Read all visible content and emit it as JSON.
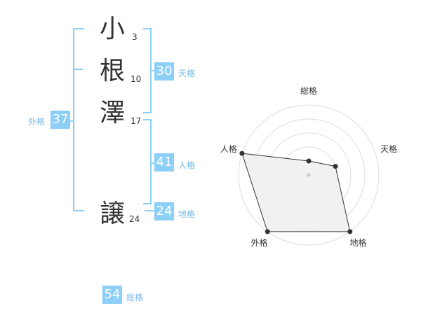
{
  "name": {
    "chars": [
      {
        "char": "小",
        "strokes": "3"
      },
      {
        "char": "根",
        "strokes": "10"
      },
      {
        "char": "澤",
        "strokes": "17"
      },
      {
        "char": "譲",
        "strokes": "24"
      }
    ]
  },
  "fortunes": {
    "tenkaku": {
      "value": "30",
      "label": "天格"
    },
    "jinkaku": {
      "value": "41",
      "label": "人格"
    },
    "chikaku": {
      "value": "24",
      "label": "地格"
    },
    "gaikaku": {
      "value": "37",
      "label": "外格"
    },
    "soukaku": {
      "value": "54",
      "label": "総格"
    }
  },
  "colors": {
    "accent": "#8ccff7",
    "label": "#74b8e8",
    "text": "#333333"
  },
  "chart_data": {
    "type": "radar",
    "axes": [
      "総格",
      "天格",
      "地格",
      "外格",
      "人格"
    ],
    "values": [
      1,
      2,
      5,
      5,
      5
    ],
    "max": 5
  }
}
